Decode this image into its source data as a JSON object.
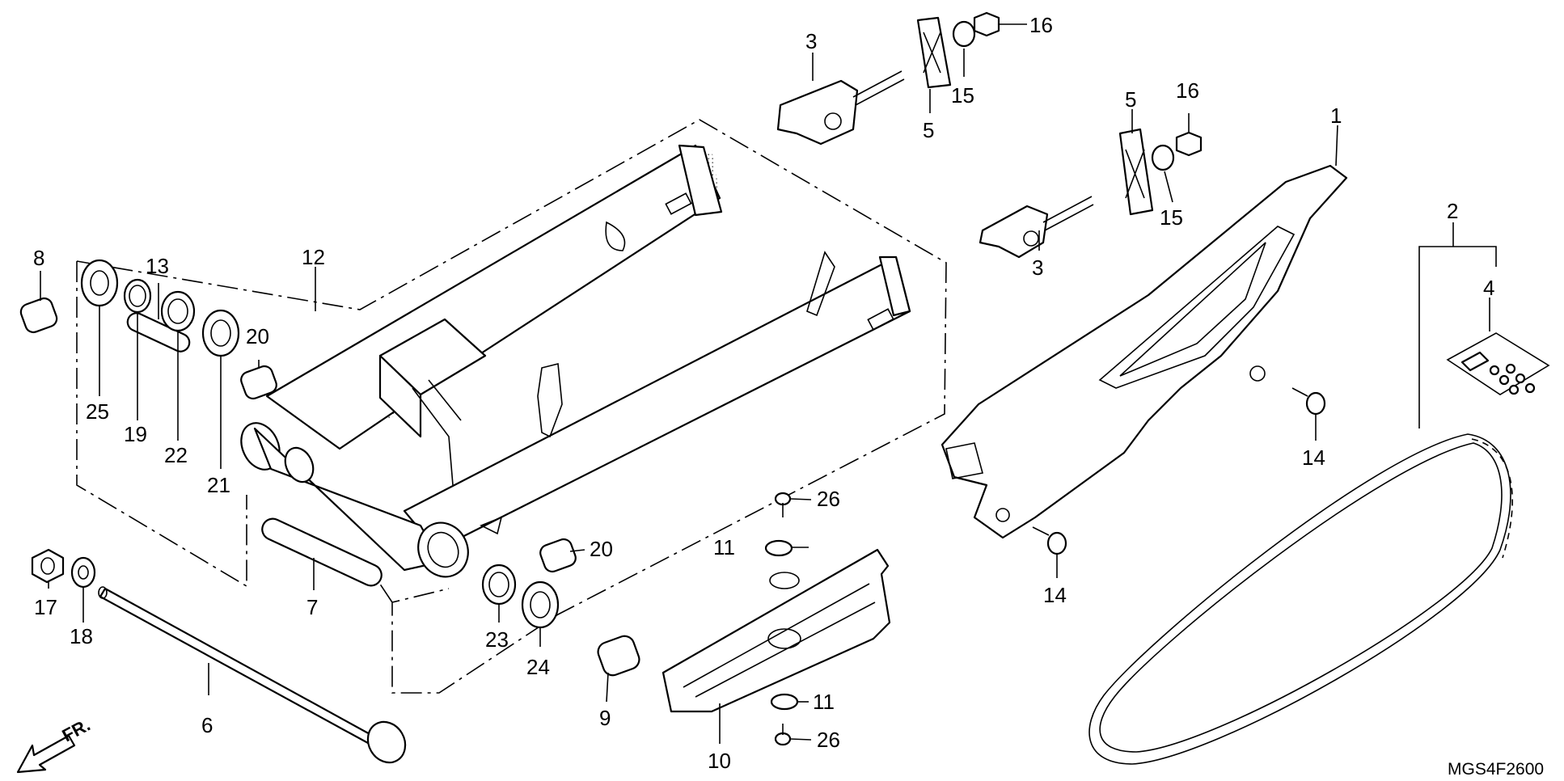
{
  "diagram": {
    "labels": [
      {
        "id": "1",
        "text": "1"
      },
      {
        "id": "2",
        "text": "2"
      },
      {
        "id": "3a",
        "text": "3"
      },
      {
        "id": "3b",
        "text": "3"
      },
      {
        "id": "4",
        "text": "4"
      },
      {
        "id": "5a",
        "text": "5"
      },
      {
        "id": "5b",
        "text": "5"
      },
      {
        "id": "6",
        "text": "6"
      },
      {
        "id": "7",
        "text": "7"
      },
      {
        "id": "8",
        "text": "8"
      },
      {
        "id": "9",
        "text": "9"
      },
      {
        "id": "10",
        "text": "10"
      },
      {
        "id": "11a",
        "text": "11"
      },
      {
        "id": "11b",
        "text": "11"
      },
      {
        "id": "12",
        "text": "12"
      },
      {
        "id": "13",
        "text": "13"
      },
      {
        "id": "14a",
        "text": "14"
      },
      {
        "id": "14b",
        "text": "14"
      },
      {
        "id": "15a",
        "text": "15"
      },
      {
        "id": "15b",
        "text": "15"
      },
      {
        "id": "16a",
        "text": "16"
      },
      {
        "id": "16b",
        "text": "16"
      },
      {
        "id": "17",
        "text": "17"
      },
      {
        "id": "18",
        "text": "18"
      },
      {
        "id": "19",
        "text": "19"
      },
      {
        "id": "20a",
        "text": "20"
      },
      {
        "id": "20b",
        "text": "20"
      },
      {
        "id": "21",
        "text": "21"
      },
      {
        "id": "22",
        "text": "22"
      },
      {
        "id": "23",
        "text": "23"
      },
      {
        "id": "24",
        "text": "24"
      },
      {
        "id": "25",
        "text": "25"
      },
      {
        "id": "26a",
        "text": "26"
      },
      {
        "id": "26b",
        "text": "26"
      }
    ],
    "direction_label": "FR.",
    "diagram_code": "MGS4F2600"
  }
}
